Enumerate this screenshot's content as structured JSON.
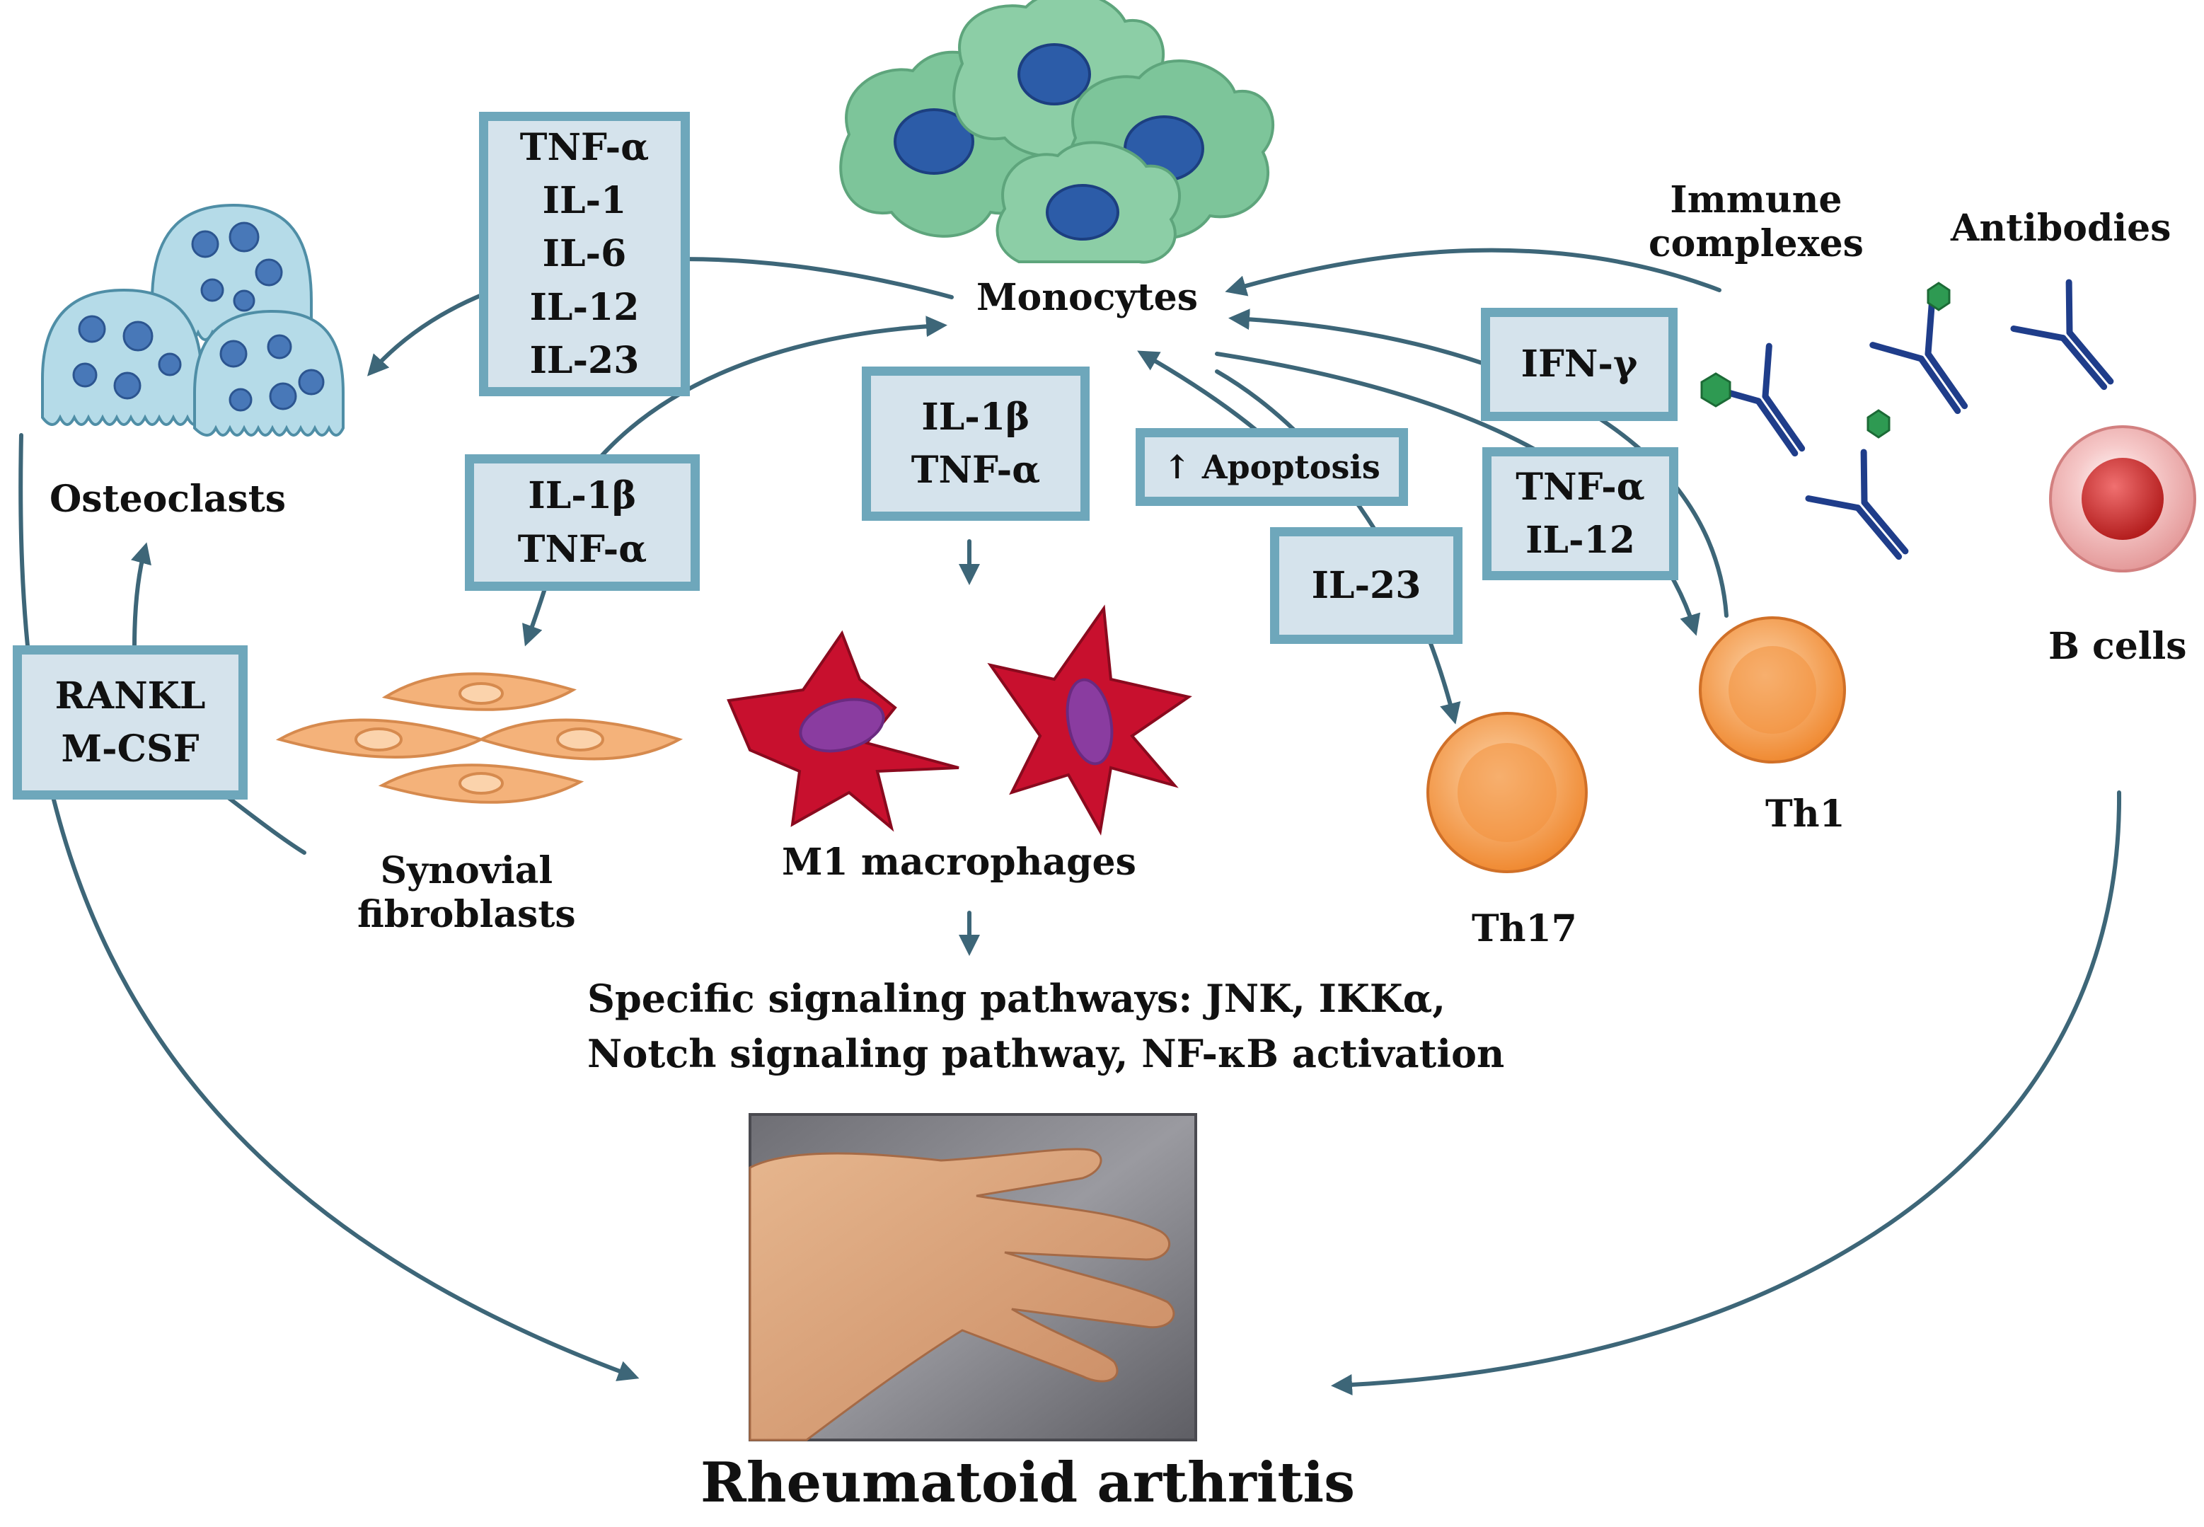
{
  "colors": {
    "arrow": "#3d6678",
    "box_fill": "#d5e3ec",
    "box_border": "#6ea7bb",
    "monocyte_body": "#7dc59a",
    "monocyte_nucleus": "#2c5ca8",
    "osteoclast_body": "#b5dbe8",
    "osteoclast_nuclei": "#4878b8",
    "fibroblast": "#f4b27a",
    "macrophage": "#c8102e",
    "macrophage_nucleus": "#8a3ca0",
    "t_cell": "#f39b4a",
    "b_cell": "#d63a3a",
    "antibody": "#1f3d8a",
    "antigen": "#2e9a52"
  },
  "cells": {
    "monocytes": "Monocytes",
    "osteoclasts": "Osteoclasts",
    "synovial_line1": "Synovial",
    "synovial_line2": "fibroblasts",
    "m1_macrophages": "M1 macrophages",
    "th17": "Th17",
    "th1": "Th1",
    "b_cells": "B cells",
    "immune_line1": "Immune",
    "immune_line2": "complexes",
    "antibodies": "Antibodies"
  },
  "boxes": {
    "cytokines_osteoclast": [
      "TNF-α",
      "IL-1",
      "IL-6",
      "IL-12",
      "IL-23"
    ],
    "fibroblast_input": [
      "IL-1β",
      "TNF-α"
    ],
    "macrophage_input": [
      "IL-1β",
      "TNF-α"
    ],
    "rankl": [
      "RANKL",
      "M-CSF"
    ],
    "apoptosis": "↑ Apoptosis",
    "il23": "IL-23",
    "ifn": "IFN-γ",
    "th1_input": [
      "TNF-α",
      "IL-12"
    ]
  },
  "pathways": {
    "line1": "Specific signaling pathways: JNK, IKKα,",
    "line2": "Notch signaling pathway, NF-κB activation"
  },
  "disease": "Rheumatoid arthritis",
  "photo_icon": "hand-photo-icon"
}
